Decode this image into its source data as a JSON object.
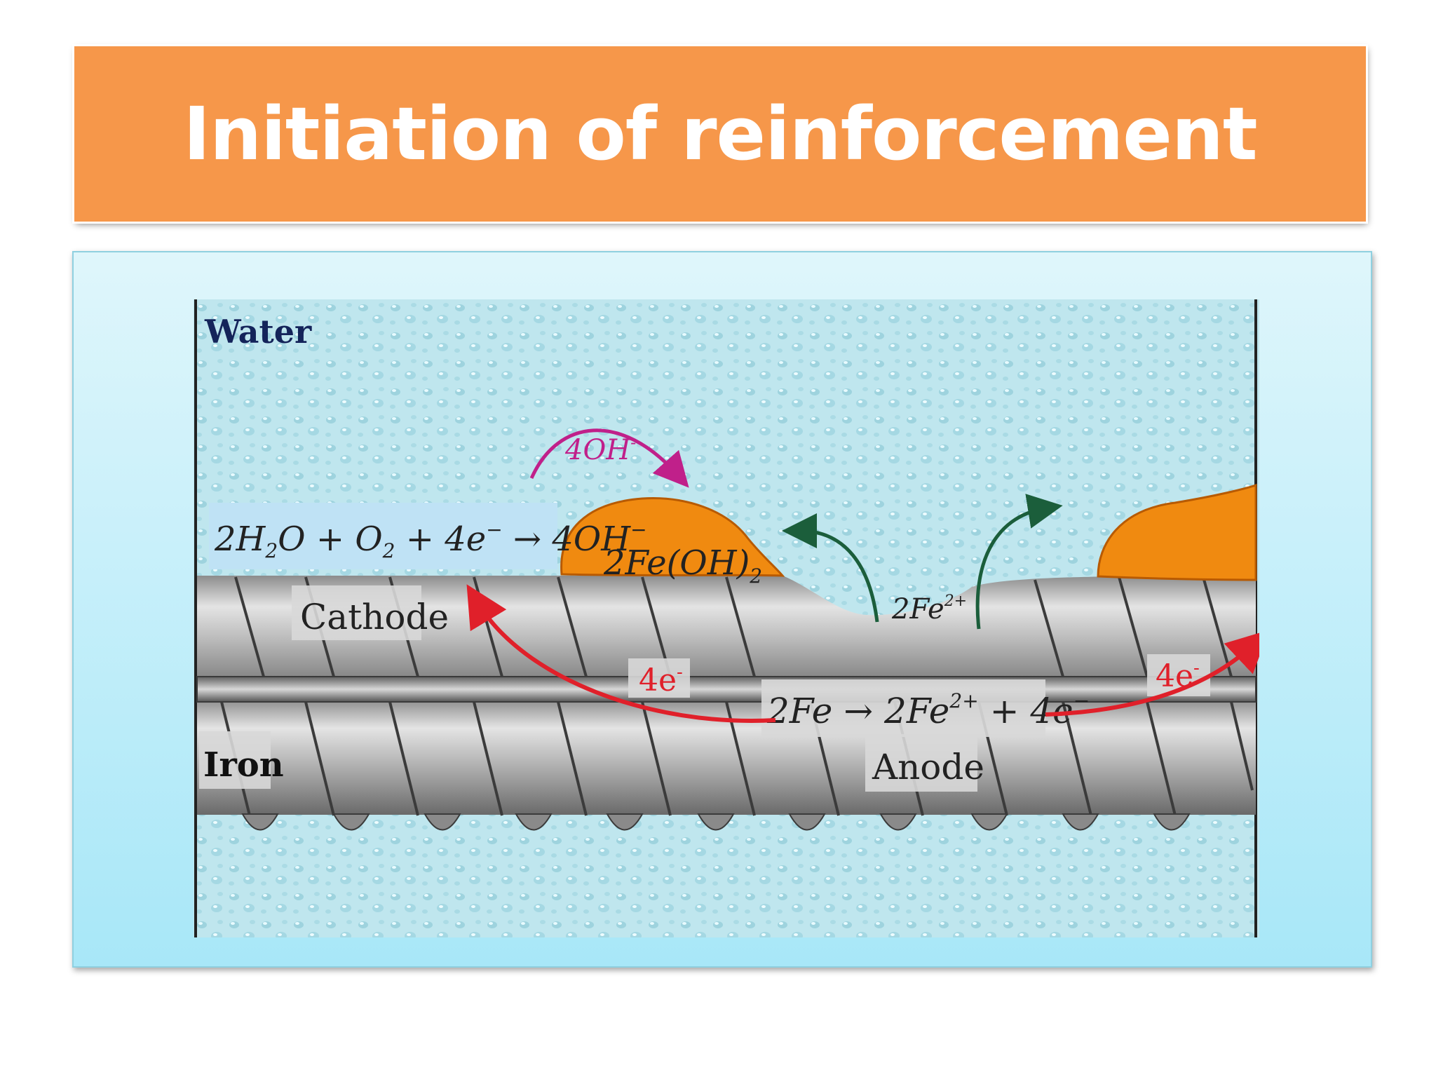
{
  "slide": {
    "title": "Initiation of reinforcement"
  },
  "diagram": {
    "labels": {
      "water": "Water",
      "iron": "Iron",
      "cathode": "Cathode",
      "anode": "Anode",
      "rust": "2Fe(OH)",
      "rust_sub": "2",
      "hydroxide": "4OH",
      "hydroxide_sup": "-",
      "ferrous_ion": "2Fe",
      "ferrous_ion_sup": "2+",
      "electrons_left": "4e",
      "electrons_left_sup": "-",
      "electrons_right": "4e",
      "electrons_right_sup": "-"
    },
    "cathode_equation": {
      "p1": "2H",
      "s1": "2",
      "p2": "O + O",
      "s2": "2",
      "p3": " + 4e",
      "sup": "−",
      "p4": " → 4OH",
      "sup2": "−"
    },
    "anode_equation": {
      "p1": "2Fe → 2Fe",
      "sup1": "2+",
      "p2": " + 4e",
      "sup2": "−"
    },
    "colors": {
      "title_bar": "#f6974a",
      "rust": "#f08a10",
      "arrow_red": "#e0202a",
      "arrow_green": "#1b5e3b",
      "arrow_magenta": "#c0208a"
    }
  }
}
